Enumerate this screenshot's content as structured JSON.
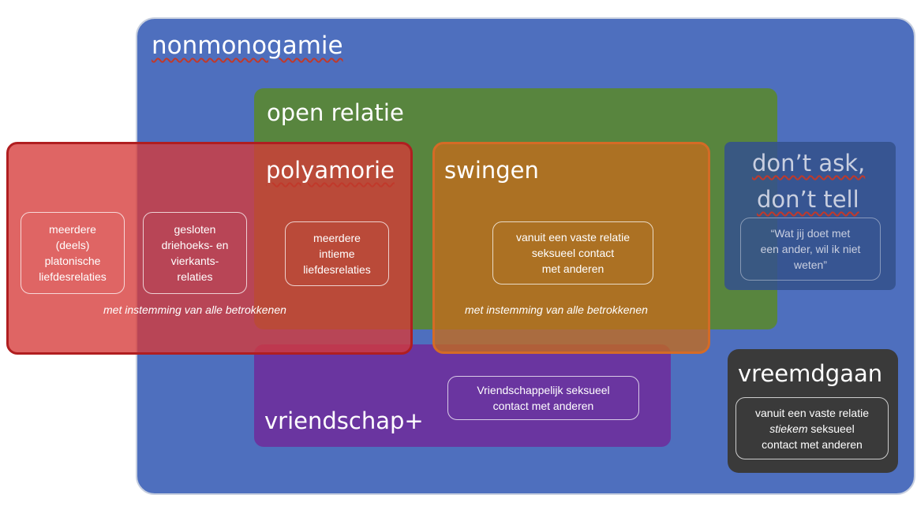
{
  "nonmonogamie": {
    "title": "nonmonogamie"
  },
  "open_relatie": {
    "title": "open relatie"
  },
  "polyamorie": {
    "title": "polyamorie",
    "box1": [
      "meerdere",
      "(deels)",
      "platonische",
      "liefdesrelaties"
    ],
    "box2": [
      "gesloten",
      "driehoeks- en",
      "vierkants-",
      "relaties"
    ],
    "box3": [
      "meerdere",
      "intieme",
      "liefdesrelaties"
    ],
    "note": "met  instemming van alle betrokkenen"
  },
  "swingen": {
    "title": "swingen",
    "box": [
      "vanuit een vaste relatie",
      "seksueel contact",
      "met anderen"
    ],
    "note": "met  instemming van alle betrokkenen"
  },
  "dont_ask": {
    "title_line1": "don’t ask,",
    "title_line2": "don’t tell",
    "box": [
      "“Wat jij doet met",
      "een ander, wil ik niet",
      "weten”"
    ]
  },
  "vriendschap": {
    "title": "vriendschap+",
    "box": [
      "Vriendschappelijk seksueel",
      "contact met anderen"
    ]
  },
  "vreemdgaan": {
    "title": "vreemdgaan",
    "box_line1": "vanuit een vaste relatie",
    "box_line2_em": "stiekem",
    "box_line2_rest": " seksueel",
    "box_line3": "contact met anderen"
  }
}
